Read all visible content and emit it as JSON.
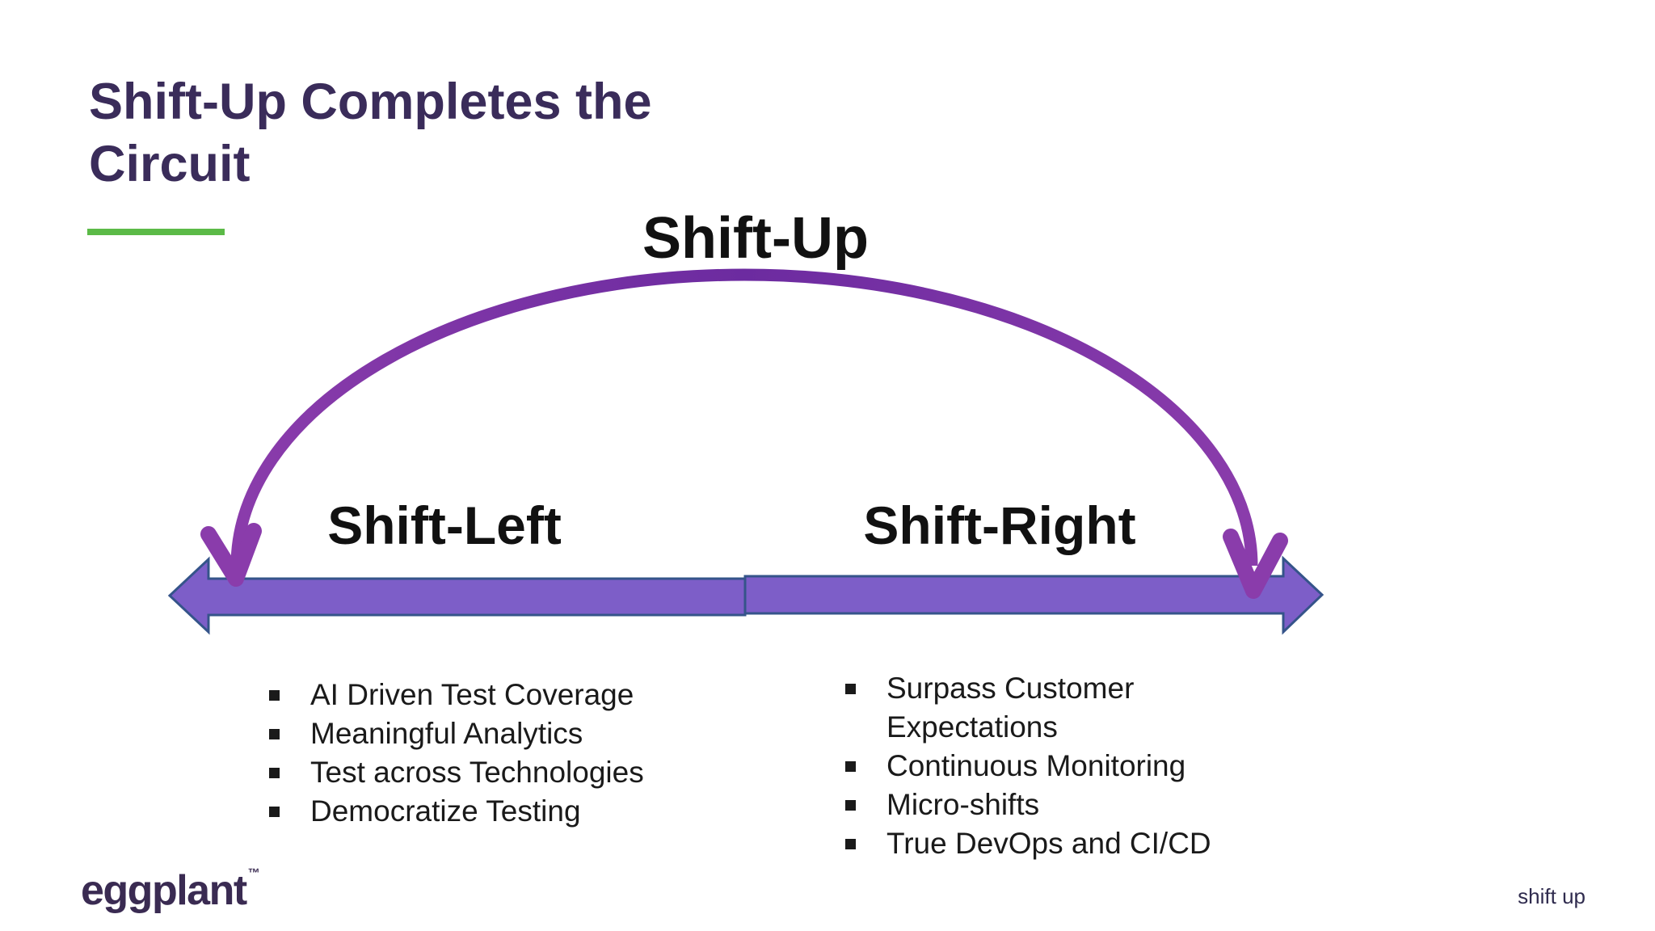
{
  "slide": {
    "title": {
      "line1": "Shift-Up Completes the",
      "line2": "Circuit"
    },
    "labels": {
      "shift_up": "Shift-Up",
      "shift_left": "Shift-Left",
      "shift_right": "Shift-Right"
    },
    "left_bullets": [
      "AI Driven Test Coverage",
      "Meaningful Analytics",
      "Test across Technologies",
      "Democratize Testing"
    ],
    "right_bullets": [
      "Surpass Customer Expectations",
      "Continuous Monitoring",
      "Micro-shifts",
      "True DevOps and CI/CD"
    ],
    "footer": {
      "logo_text": "eggplant",
      "logo_tm": "™",
      "right_text": "shift up"
    }
  },
  "colors": {
    "title": "#3A2C5A",
    "underline": "#5BBA47",
    "arc_mid": "#6C2BA0",
    "arc_edge": "#8A3CAB",
    "bar_fill": "#7D5EC8",
    "bar_stroke": "#35548A",
    "label_text": "#111111",
    "text": "#1A1A1A",
    "logo": "#3A2B52",
    "footer": "#2F2B4E"
  }
}
